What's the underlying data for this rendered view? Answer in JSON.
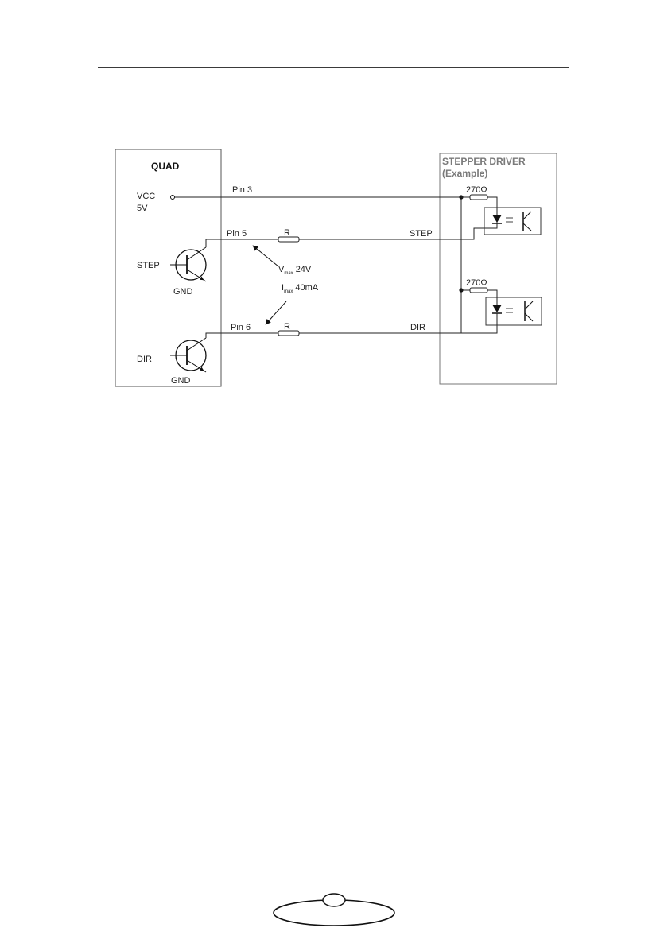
{
  "header": {
    "rule": true
  },
  "diagram": {
    "quad_title": "QUAD",
    "vcc_label": "VCC",
    "vcc_voltage": "5V",
    "pin3_label": "Pin 3",
    "pin5_label": "Pin 5",
    "pin6_label": "Pin 6",
    "step_left_label": "STEP",
    "dir_left_label": "DIR",
    "gnd_step_label": "GND",
    "gnd_dir_label": "GND",
    "r_step_label": "R",
    "r_dir_label": "R",
    "vmax_main": "V",
    "vmax_sub": "max",
    "vmax_value": "24V",
    "imax_main": "I",
    "imax_sub": "max",
    "imax_value": "40mA",
    "driver_title": "STEPPER DRIVER",
    "driver_subtitle": "(Example)",
    "step_right_label": "STEP",
    "dir_right_label": "DIR",
    "resistor_top_label": "270Ω",
    "resistor_bottom_label": "270Ω"
  },
  "footer": {
    "logo": "oval-logo"
  }
}
